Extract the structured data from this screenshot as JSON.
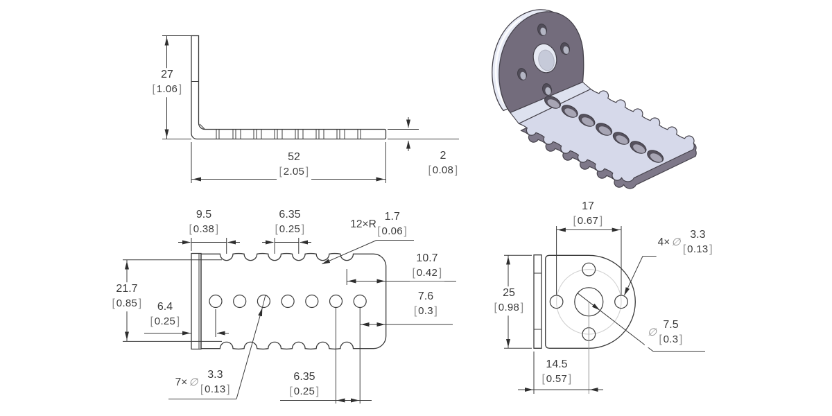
{
  "page": {
    "background": "#ffffff"
  },
  "ui": {
    "bracket_open": "[",
    "bracket_close": "]"
  },
  "part_colors": {
    "face": "#736c7c",
    "plate_top": "#d6d9ea",
    "plate_side": "#7e7889",
    "rim": "#e8ebf6",
    "outline": "#45424b",
    "drawing_line": "#3a3a3a",
    "construction_gray": "#919191"
  },
  "views": {
    "side": {
      "height": {
        "mm": "27",
        "in": "1.06"
      },
      "length": {
        "mm": "52",
        "in": "2.05"
      },
      "thickness": {
        "mm": "2",
        "in": "0.08"
      }
    },
    "top": {
      "edge_to_first_scallop": {
        "mm": "9.5",
        "in": "0.38"
      },
      "scallop_pitch": {
        "mm": "6.35",
        "in": "0.25"
      },
      "scallop_radius": {
        "prefix": "12×R",
        "mm": "1.7",
        "in": "0.06"
      },
      "end_to_last_scallop": {
        "mm": "10.7",
        "in": "0.42"
      },
      "end_to_last_hole": {
        "mm": "7.6",
        "in": "0.3"
      },
      "width": {
        "mm": "21.7",
        "in": "0.85"
      },
      "edge_to_first_hole": {
        "mm": "6.4",
        "in": "0.25"
      },
      "hole_diameter": {
        "prefix": "7×",
        "symbol": "∅",
        "mm": "3.3",
        "in": "0.13"
      },
      "hole_pitch": {
        "mm": "6.35",
        "in": "0.25"
      }
    },
    "front": {
      "mount_hole_spacing": {
        "mm": "17",
        "in": "0.67"
      },
      "mount_hole_diameter": {
        "prefix": "4×",
        "symbol": "∅",
        "mm": "3.3",
        "in": "0.13"
      },
      "height": {
        "mm": "25",
        "in": "0.98"
      },
      "center_hole_diameter": {
        "symbol": "∅",
        "mm": "7.5",
        "in": "0.3"
      },
      "edge_to_center": {
        "mm": "14.5",
        "in": "0.57"
      }
    }
  }
}
